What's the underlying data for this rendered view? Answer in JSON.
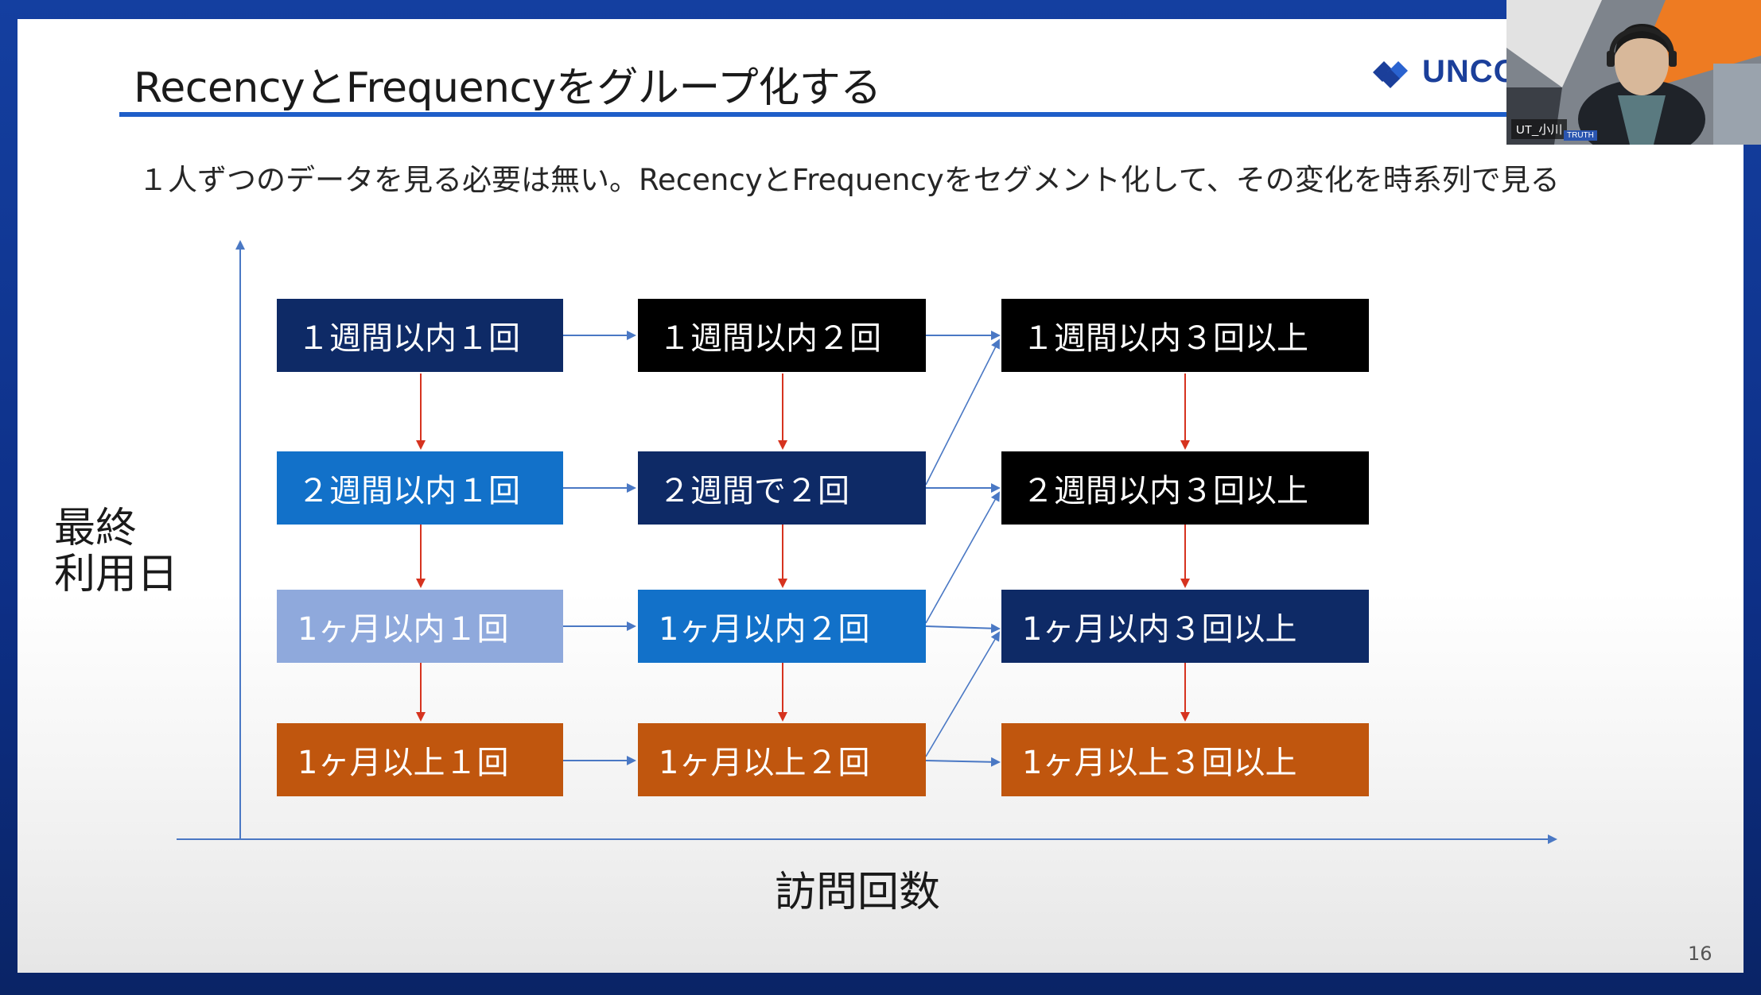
{
  "slide": {
    "title": "RecencyとFrequencyをグループ化する",
    "subtitle": "１人ずつのデータを見る必要は無い。RecencyとFrequencyをセグメント化して、その変化を時系列で見る",
    "brand": "UNCO",
    "y_axis_label_line1": "最終",
    "y_axis_label_line2": "利用日",
    "x_axis_label": "訪問回数",
    "page_number": "16"
  },
  "grid": {
    "row1": {
      "col1": "１週間以内１回",
      "col2": "１週間以内２回",
      "col3": "１週間以内３回以上"
    },
    "row2": {
      "col1": "２週間以内１回",
      "col2": "２週間で２回",
      "col3": "２週間以内３回以上"
    },
    "row3": {
      "col1": "1ヶ月以内１回",
      "col2": "1ヶ月以内２回",
      "col3": "1ヶ月以内３回以上"
    },
    "row4": {
      "col1": "1ヶ月以上１回",
      "col2": "1ヶ月以上２回",
      "col3": "1ヶ月以上３回以上"
    }
  },
  "webcam": {
    "name_tag": "UT_小川",
    "sub_tag": "TRUTH"
  },
  "colors": {
    "navy": "#0e2a66",
    "black": "#000000",
    "blue": "#1271c9",
    "light_blue": "#8fa9dc",
    "orange": "#c0560e",
    "accent_rule": "#1f5ec8",
    "down_arrow": "#d6331f",
    "side_arrow": "#4a78c4"
  }
}
